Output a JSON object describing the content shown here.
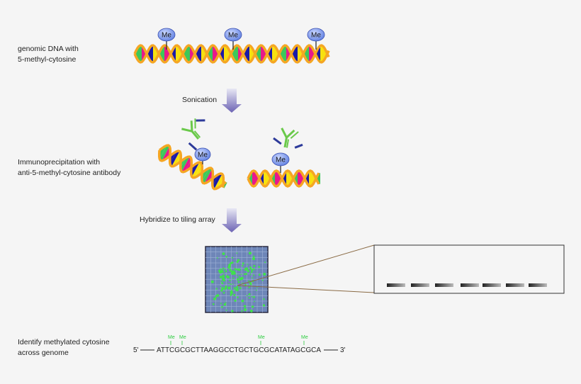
{
  "steps": {
    "genomic_label_1": "genomic DNA with",
    "genomic_label_2": "5-methyl-cytosine",
    "sonication": "Sonication",
    "ip_label_1": "Immunoprecipitation with",
    "ip_label_2": "anti-5-methyl-cytosine antibody",
    "hybridize": "Hybridize to tiling array",
    "identify_1": "Identify methylated cytosine",
    "identify_2": "across genome"
  },
  "methyl_tag": "Me",
  "sequence": {
    "five_prime": "5'",
    "bases": "ATTCGCGCTTAAGGCCTGCTGCGCATATAGCGCA",
    "three_prime": "3'",
    "methyl_marks": [
      "Me",
      "Me",
      "Me",
      "Me"
    ]
  },
  "colors": {
    "backbone": "#f5a623",
    "base_pink": "#e8188c",
    "base_blue": "#1a1aa8",
    "base_yellow": "#f7e10f",
    "base_green": "#3cc85a",
    "me_fill": "#7f9be8",
    "antibody_green": "#6ac94a",
    "antibody_blue": "#2d3a9a",
    "array_bg": "#6e86b8",
    "spot_green": "#3fe24a",
    "arrow": "#8c86c4"
  },
  "icons": [
    "dna-helix-icon",
    "methyl-tag-icon",
    "antibody-icon",
    "down-arrow-icon",
    "tiling-array-icon",
    "probe-icon"
  ]
}
